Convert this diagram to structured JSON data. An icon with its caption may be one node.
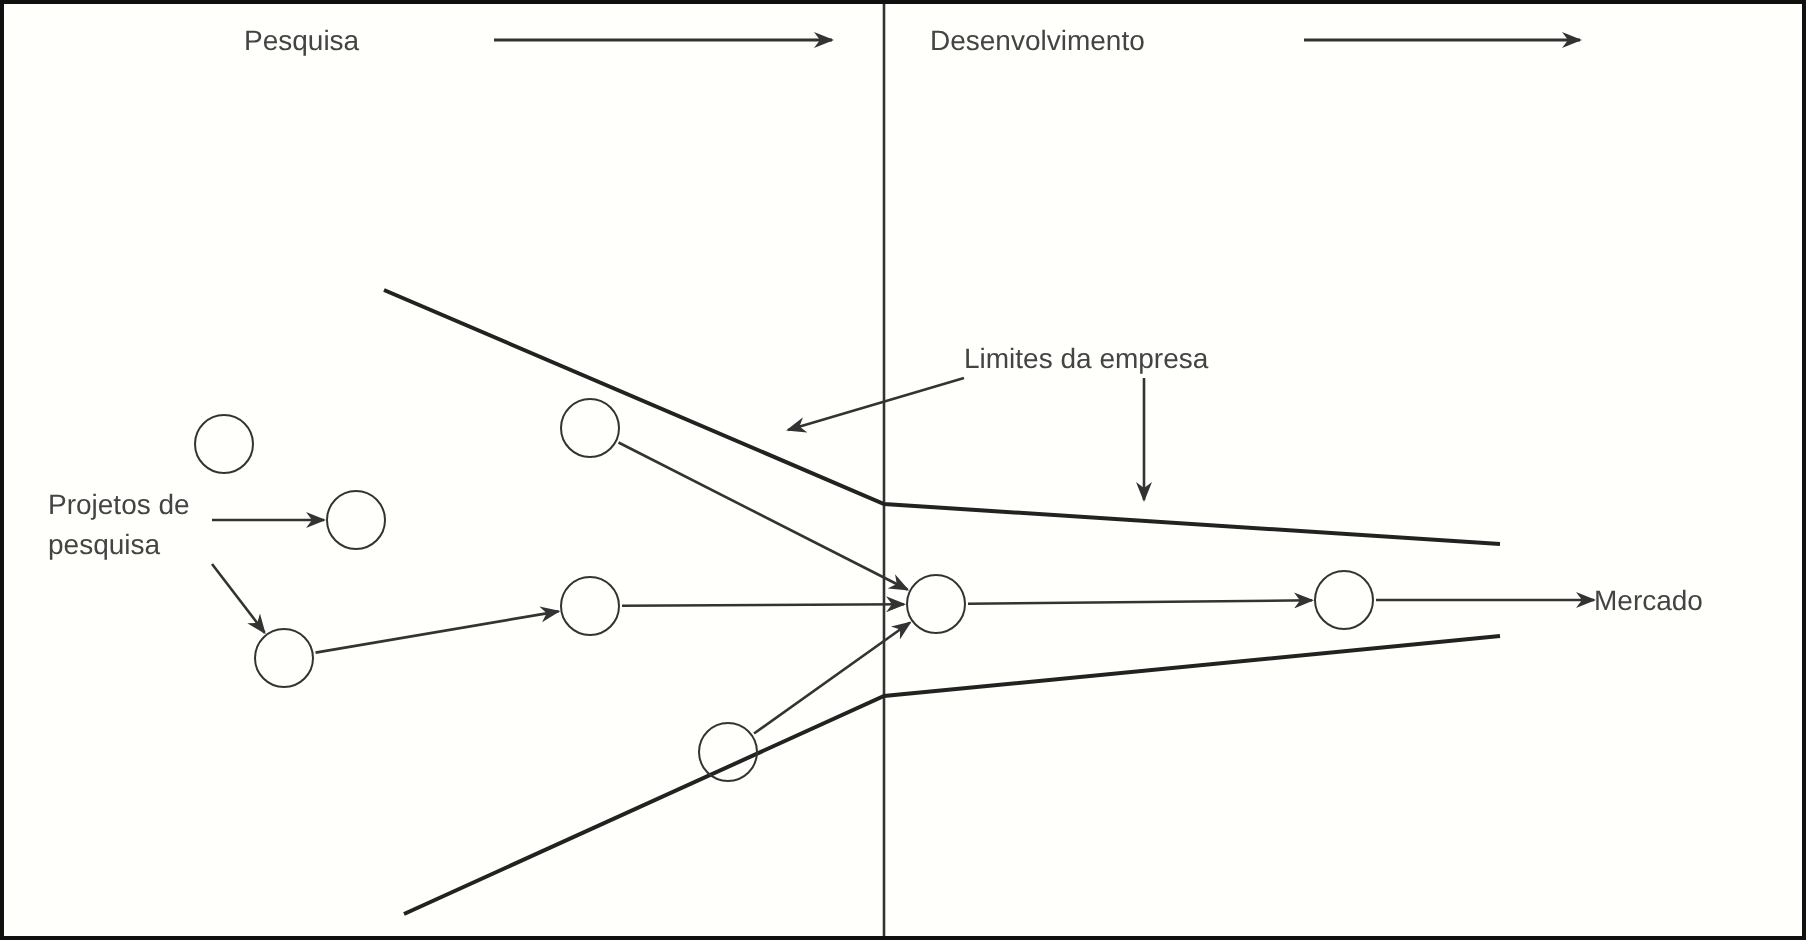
{
  "diagram": {
    "nodes": [
      {
        "text": [
          "Projetos de pesquisa"
        ]
      },
      {
        "text": [],
        "shape": "circle"
      },
      {
        "text": [],
        "shape": "circle"
      },
      {
        "text": [],
        "shape": "circle"
      },
      {
        "text": [],
        "shape": "circle"
      },
      {
        "text": [],
        "shape": "circle"
      },
      {
        "text": [],
        "shape": "circle"
      },
      {
        "text": [],
        "shape": "circle"
      },
      {
        "text": [],
        "shape": "circle"
      },
      {
        "text": [
          "Mercado"
        ]
      },
      {
        "text": [
          "Limites da empresa"
        ]
      }
    ],
    "edges": [
      {
        "from": 0,
        "to": 2,
        "arrow": "to"
      },
      {
        "from": 0,
        "to": 3,
        "arrow": "to"
      },
      {
        "from": 3,
        "to": 5,
        "arrow": "to"
      },
      {
        "from": 5,
        "to": 7,
        "arrow": "to"
      },
      {
        "from": 4,
        "to": 7,
        "arrow": "to"
      },
      {
        "from": 6,
        "to": 7,
        "arrow": "to"
      },
      {
        "from": 7,
        "to": 8,
        "arrow": "to"
      },
      {
        "from": 8,
        "to": 9,
        "arrow": "to"
      },
      {
        "from": 10,
        "to": null,
        "arrow": "to"
      },
      {
        "from": 10,
        "to": null,
        "arrow": "to"
      }
    ],
    "labels": [
      "Pesquisa",
      "Desenvolvimento"
    ]
  }
}
